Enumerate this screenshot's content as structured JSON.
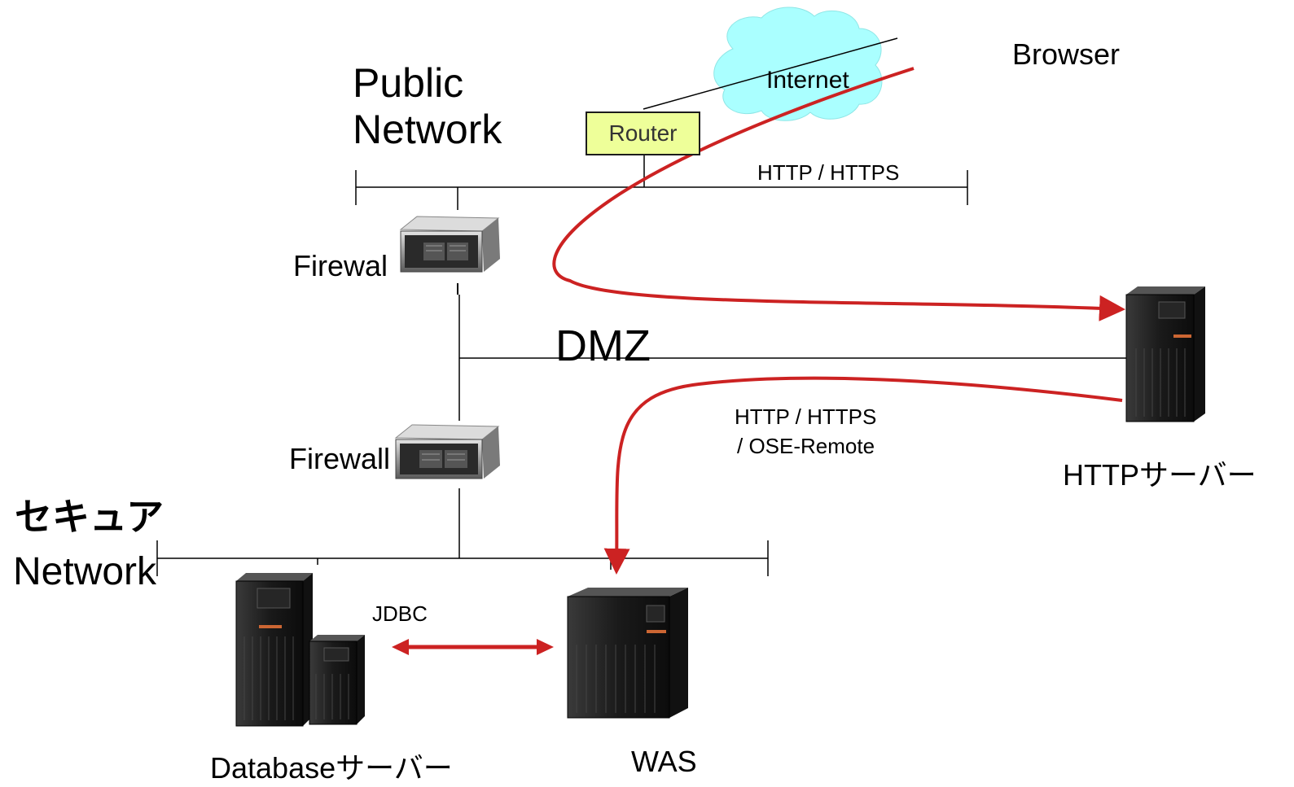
{
  "labels": {
    "browser": "Browser",
    "internet": "Internet",
    "public_network_line1": "Public",
    "public_network_line2": "Network",
    "router": "Router",
    "http_https_top": "HTTP / HTTPS",
    "firewall_top": "Firewal",
    "dmz": "DMZ",
    "http_server": "HTTPサーバー",
    "http_https_bottom_line1": "HTTP / HTTPS",
    "http_https_bottom_line2": "/ OSE-Remote",
    "firewall_bottom": "Firewall",
    "secure_network_line1": "セキュア",
    "secure_network_line2": "Network",
    "jdbc": "JDBC",
    "database_server": "Databaseサーバー",
    "was": "WAS"
  },
  "colors": {
    "flow_arrow": "#cc2222",
    "cloud": "#aaffff",
    "router_box": "#eeff99",
    "network_line": "#000000"
  }
}
